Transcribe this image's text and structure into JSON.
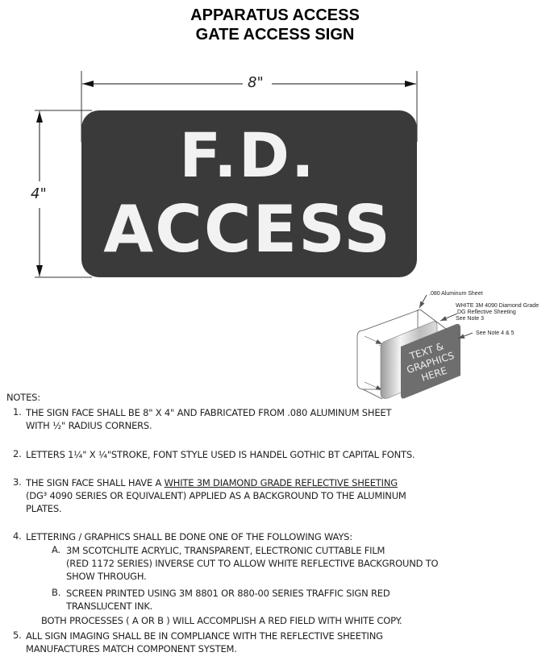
{
  "title": {
    "line1": "APPARATUS ACCESS",
    "line2": "GATE ACCESS SIGN"
  },
  "sign": {
    "line1": "F.D.",
    "line2": "ACCESS",
    "background_color": "#3a3a3a",
    "text_color": "#f2f2f2",
    "width_label": "8\"",
    "height_label": "4\""
  },
  "isometric_detail": {
    "panel_text": [
      "TEXT &",
      "GRAPHICS",
      "HERE"
    ],
    "callouts": {
      "aluminum": ".080 Aluminum Sheet",
      "sheeting_1": "WHITE 3M 4090 Diamond Grade",
      "sheeting_2": "DG  Reflective Sheeting",
      "sheeting_3": "See Note 3",
      "note45": "See Note 4 & 5"
    }
  },
  "notes": {
    "header": "NOTES:",
    "n1": {
      "num": "1.",
      "line1": "THE SIGN FACE SHALL BE 8\" X 4\" AND FABRICATED FROM .080 ALUMINUM SHEET",
      "line2": "WITH ½\" RADIUS CORNERS."
    },
    "n2": {
      "num": "2.",
      "line1": "LETTERS 1¼\" X ¼\"STROKE, FONT STYLE USED IS HANDEL GOTHIC BT CAPITAL FONTS."
    },
    "n3": {
      "num": "3.",
      "line1_pre": "THE SIGN FACE SHALL HAVE A ",
      "line1_u": "WHITE 3M DIAMOND GRADE REFLECTIVE SHEETING",
      "line2": "(DG³ 4090 SERIES OR EQUIVALENT) APPLIED AS A BACKGROUND TO THE ALUMINUM",
      "line3": "PLATES."
    },
    "n4": {
      "num": "4.",
      "line1": "LETTERING / GRAPHICS SHALL BE DONE ONE OF THE FOLLOWING WAYS:",
      "a": {
        "num": "A.",
        "line1": "3M SCOTCHLITE ACRYLIC, TRANSPARENT,  ELECTRONIC CUTTABLE FILM",
        "line2": "(RED 1172 SERIES) INVERSE CUT TO ALLOW WHITE REFLECTIVE BACKGROUND TO",
        "line3": "SHOW THROUGH."
      },
      "b": {
        "num": "B.",
        "line1": "SCREEN PRINTED USING 3M 8801 OR 880-00 SERIES TRAFFIC SIGN RED",
        "line2": "TRANSLUCENT INK."
      },
      "both": "BOTH PROCESSES  ( A OR B ) WILL ACCOMPLISH A RED FIELD WITH WHITE COPY."
    },
    "n5": {
      "num": "5.",
      "line1": "ALL SIGN IMAGING SHALL BE IN COMPLIANCE WITH THE REFLECTIVE SHEETING",
      "line2": "MANUFACTURES MATCH COMPONENT SYSTEM."
    }
  }
}
